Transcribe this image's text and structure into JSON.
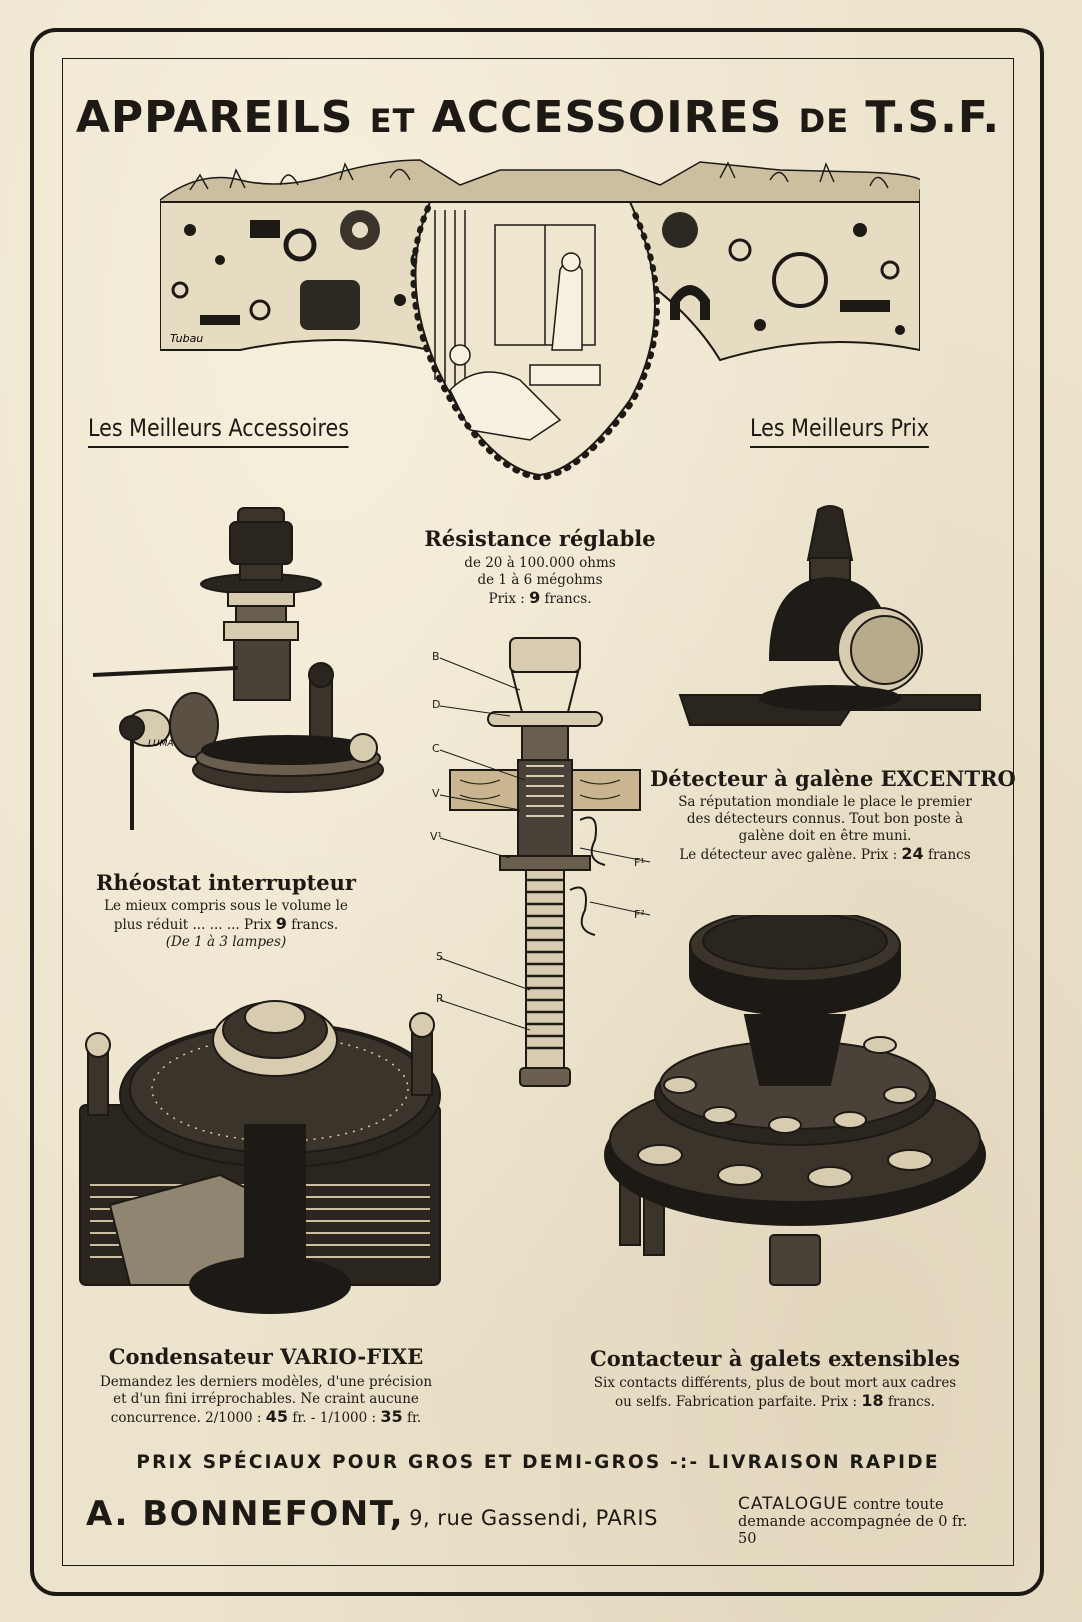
{
  "header": {
    "title_a": "APPAREILS",
    "title_b": "ET",
    "title_c": "ACCESSOIRES",
    "title_d": "DE",
    "title_e": "T.S.F."
  },
  "illustration": {
    "signature": "Tubau"
  },
  "taglines": {
    "left": "Les Meilleurs Accessoires",
    "right": "Les Meilleurs Prix"
  },
  "products": {
    "resistance": {
      "title": "Résistance réglable",
      "line1": "de 20 à 100.000 ohms",
      "line2": "de 1 à 6 mégohms",
      "price_label": "Prix :",
      "price_value": "9",
      "price_unit": "francs."
    },
    "rheostat": {
      "title": "Rhéostat interrupteur",
      "line1": "Le mieux compris sous le volume le",
      "line2": "plus réduit ... ... ... Prix",
      "price_value": "9",
      "price_unit": "francs.",
      "note": "(De 1 à 3 lampes)",
      "maker_mark": "LUMA"
    },
    "detecteur": {
      "title": "Détecteur à galène EXCENTRO",
      "line1": "Sa réputation mondiale le place le premier",
      "line2": "des détecteurs connus. Tout bon poste à",
      "line3": "galène doit en être muni.",
      "line4": "Le détecteur avec galène. Prix :",
      "price_value": "24",
      "price_unit": "francs"
    },
    "condensateur": {
      "title": "Condensateur VARIO-FIXE",
      "line1": "Demandez les derniers modèles, d'une précision",
      "line2": "et d'un fini irréprochables. Ne craint aucune",
      "line3": "concurrence. 2/1000 :",
      "price1": "45",
      "sep": "fr. - 1/1000 :",
      "price2": "35",
      "unit": "fr."
    },
    "contacteur": {
      "title": "Contacteur à galets extensibles",
      "line1": "Six contacts différents, plus de bout mort aux cadres",
      "line2": "ou selfs. Fabrication parfaite. Prix :",
      "price_value": "18",
      "price_unit": "francs."
    }
  },
  "diagram_letters": [
    "B",
    "D",
    "C",
    "V",
    "V¹",
    "F¹",
    "F²",
    "S",
    "R"
  ],
  "footer": {
    "line1": "PRIX SPÉCIAUX POUR GROS ET DEMI-GROS -:- LIVRAISON RAPIDE",
    "brand": "A. BONNEFONT,",
    "address": "9, rue Gassendi, PARIS",
    "catalogue_head": "CATALOGUE",
    "catalogue_rest1": "contre toute",
    "catalogue_rest2": "demande accompagnée de 0 fr. 50"
  },
  "colors": {
    "ink": "#1d1a16",
    "paper": "#ece3cc"
  }
}
